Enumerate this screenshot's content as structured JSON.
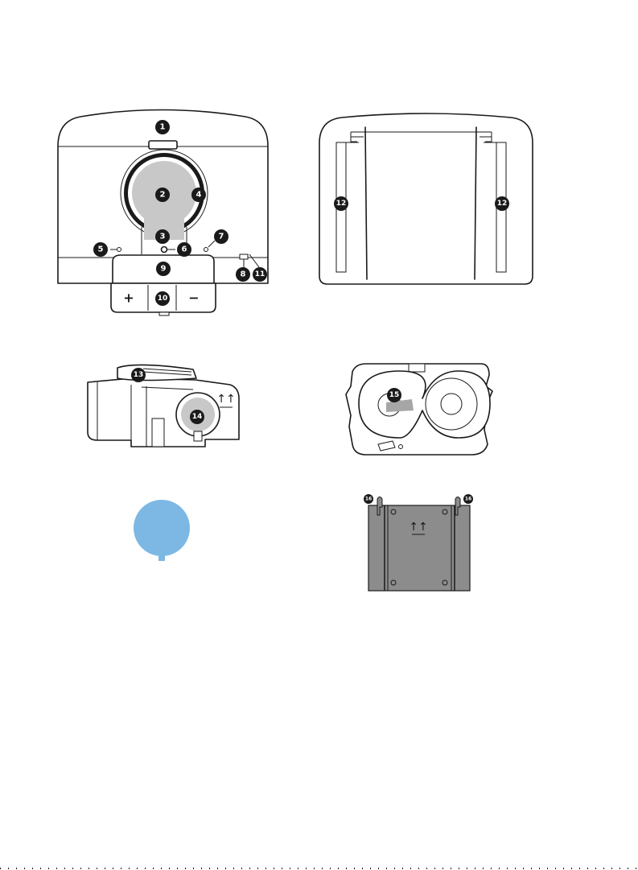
{
  "colors": {
    "line": "#1a1a1a",
    "light_gray": "#c8c8c8",
    "mid_gray": "#a6a6a6",
    "plate_gray": "#8c8c8c",
    "blue": "#7db8e4"
  },
  "front_view": {
    "callouts": [
      "1",
      "2",
      "3",
      "4",
      "5",
      "6",
      "7",
      "8",
      "9",
      "10",
      "11"
    ],
    "plus_label": "+",
    "minus_label": "−"
  },
  "back_view": {
    "callouts": [
      "12",
      "12"
    ]
  },
  "ink_cartridge": {
    "callouts": [
      "13",
      "14"
    ],
    "arrows_label": "↑↑"
  },
  "ribbon_cassette": {
    "callouts": [
      "15"
    ]
  },
  "blue_disc": {
    "icon": "blue-round-tab-icon"
  },
  "tray_plate": {
    "callouts": [
      "16",
      "16"
    ],
    "arrows_label": "↑↑"
  },
  "dots_row": {
    "icon": "dotted-border-line"
  }
}
